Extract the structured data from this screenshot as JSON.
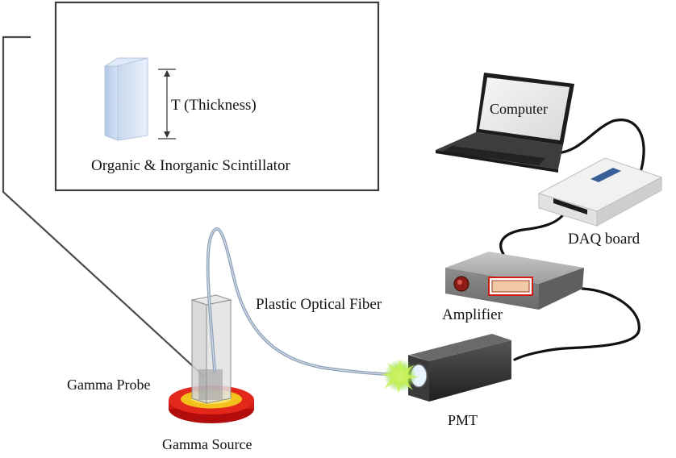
{
  "inset": {
    "thickness_label": "T (Thickness)",
    "scintillator_label": "Organic & Inorganic Scintillator"
  },
  "labels": {
    "computer": "Computer",
    "daq_board": "DAQ board",
    "amplifier": "Amplifier",
    "plastic_optical_fiber": "Plastic Optical Fiber",
    "pmt": "PMT",
    "gamma_probe": "Gamma Probe",
    "gamma_source": "Gamma Source"
  }
}
